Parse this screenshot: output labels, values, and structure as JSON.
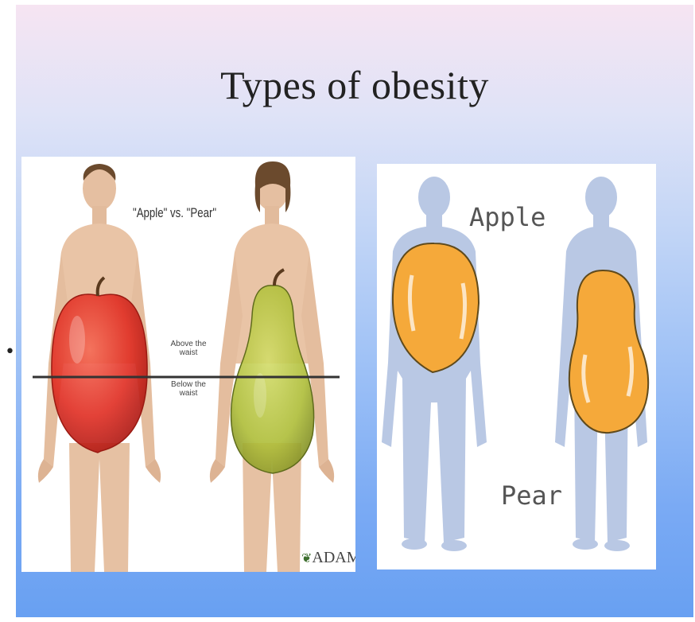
{
  "slide": {
    "title": "Types of obesity",
    "bullet": "•"
  },
  "left_image": {
    "comparison_label": "\"Apple\" vs. \"Pear\"",
    "above_label": "Above the waist",
    "below_label": "Below the waist",
    "credit": "ADAM",
    "colors": {
      "apple": "#e8332b",
      "pear": "#b4c43a",
      "skin": "#e9c4a6",
      "line": "#333333"
    }
  },
  "right_image": {
    "apple_label": "Apple",
    "pear_label": "Pear",
    "colors": {
      "silhouette": "#b9c8e4",
      "fat": "#f5a93a"
    }
  }
}
